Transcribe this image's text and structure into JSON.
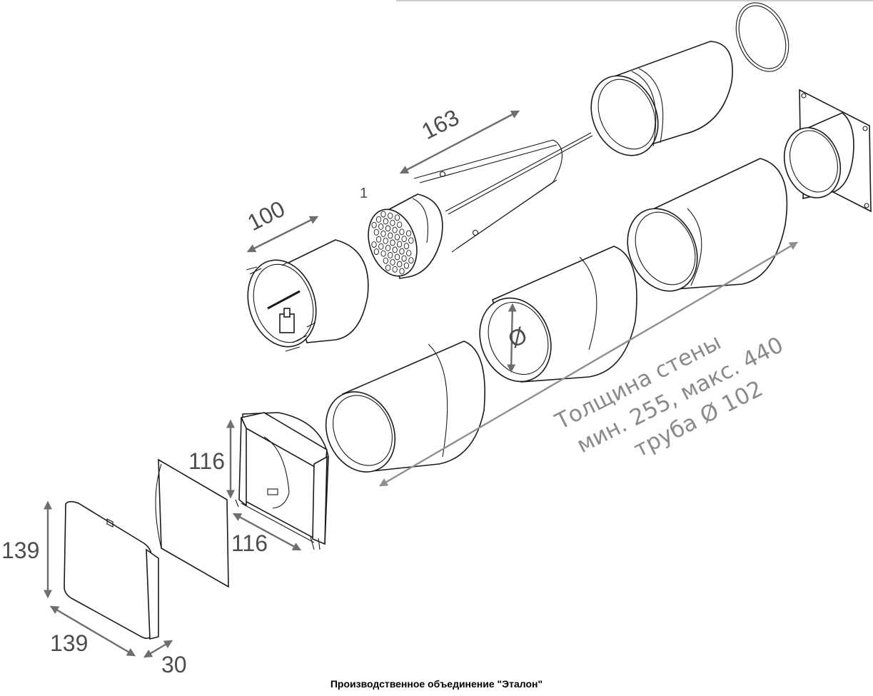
{
  "dimensions": {
    "grille_length": "163",
    "mount_length": "100",
    "callout_number": "1",
    "panel_height": "116",
    "panel_width": "116",
    "cover_height": "139",
    "cover_width": "139",
    "cover_depth": "30",
    "diameter_symbol": "Ø"
  },
  "wall_text": {
    "line1": "Толщина стены",
    "line2": "мин. 255, макс. 440",
    "line3": "труба Ø 102"
  },
  "footer": "Производственное объединение \"Эталон\""
}
